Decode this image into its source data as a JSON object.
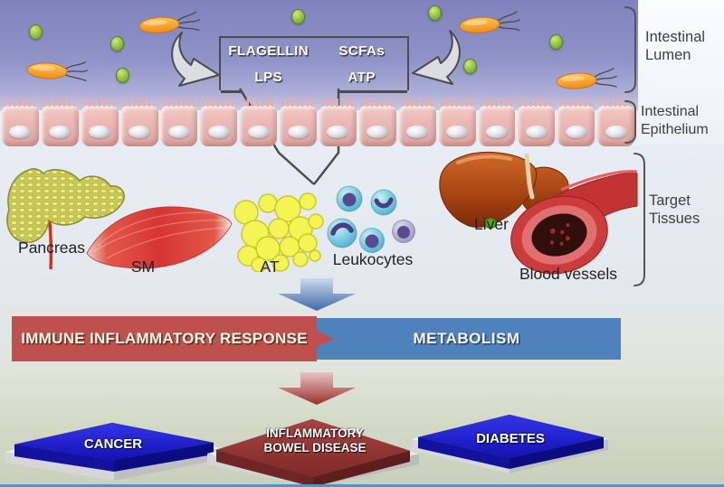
{
  "colors": {
    "lumen_bg": "#9093c8",
    "banner_red": "#c0504d",
    "banner_blue": "#4f81bd",
    "platform_blue": "#1a1ac8",
    "platform_red": "#8f3331",
    "bottom_line": "#4a96c8"
  },
  "lumen": {
    "bracket_label": "Intestinal\nLumen",
    "signals_box": {
      "flagellin": "FLAGELLIN",
      "scfas": "SCFAs",
      "lps": "LPS",
      "atp": "ATP"
    }
  },
  "epithelium": {
    "bracket_label": "Intestinal\nEpithelium"
  },
  "tissues": {
    "bracket_label": "Target\nTissues",
    "items": [
      {
        "label": "Pancreas"
      },
      {
        "label": "SM"
      },
      {
        "label": "AT"
      },
      {
        "label": "Leukocytes"
      },
      {
        "label": "Liver"
      },
      {
        "label": "Blood vessels"
      }
    ]
  },
  "banner": {
    "left_label": "IMMUNE INFLAMMATORY RESPONSE",
    "right_label": "METABOLISM"
  },
  "outcomes": {
    "left": {
      "label": "CANCER"
    },
    "center": {
      "label": "INFLAMMATORY BOWEL DISEASE"
    },
    "right": {
      "label": "DIABETES"
    }
  }
}
